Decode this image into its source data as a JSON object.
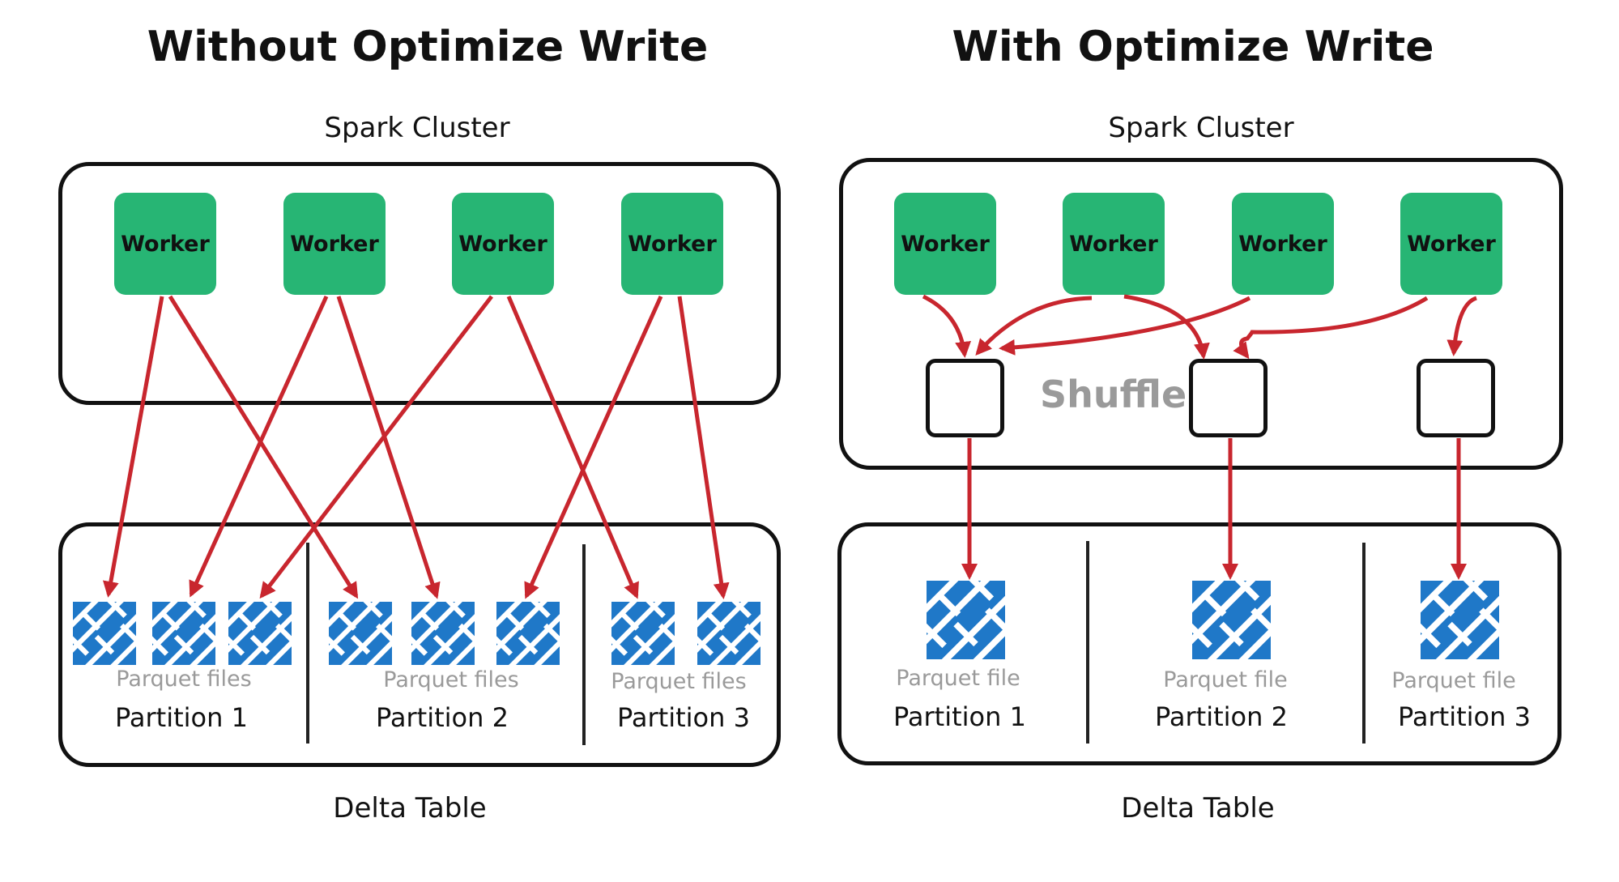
{
  "left": {
    "title": "Without Optimize Write",
    "cluster_label": "Spark Cluster",
    "workers": [
      "Worker",
      "Worker",
      "Worker",
      "Worker"
    ],
    "table_label": "Delta Table",
    "partitions": [
      {
        "label": "Partition 1",
        "files_label": "Parquet files",
        "file_count": 3
      },
      {
        "label": "Partition 2",
        "files_label": "Parquet files",
        "file_count": 3
      },
      {
        "label": "Partition 3",
        "files_label": "Parquet files",
        "file_count": 2
      }
    ]
  },
  "right": {
    "title": "With Optimize Write",
    "cluster_label": "Spark Cluster",
    "workers": [
      "Worker",
      "Worker",
      "Worker",
      "Worker"
    ],
    "shuffle_label": "Shuffle",
    "table_label": "Delta Table",
    "partitions": [
      {
        "label": "Partition 1",
        "files_label": "Parquet file",
        "file_count": 1
      },
      {
        "label": "Partition 2",
        "files_label": "Parquet file",
        "file_count": 1
      },
      {
        "label": "Partition 3",
        "files_label": "Parquet file",
        "file_count": 1
      }
    ]
  },
  "colors": {
    "worker": "#27b574",
    "arrow": "#c8262e",
    "parquet": "#1f78c8",
    "muted_text": "#9a9a9a"
  },
  "icons": {
    "parquet": "parquet-file-icon"
  }
}
